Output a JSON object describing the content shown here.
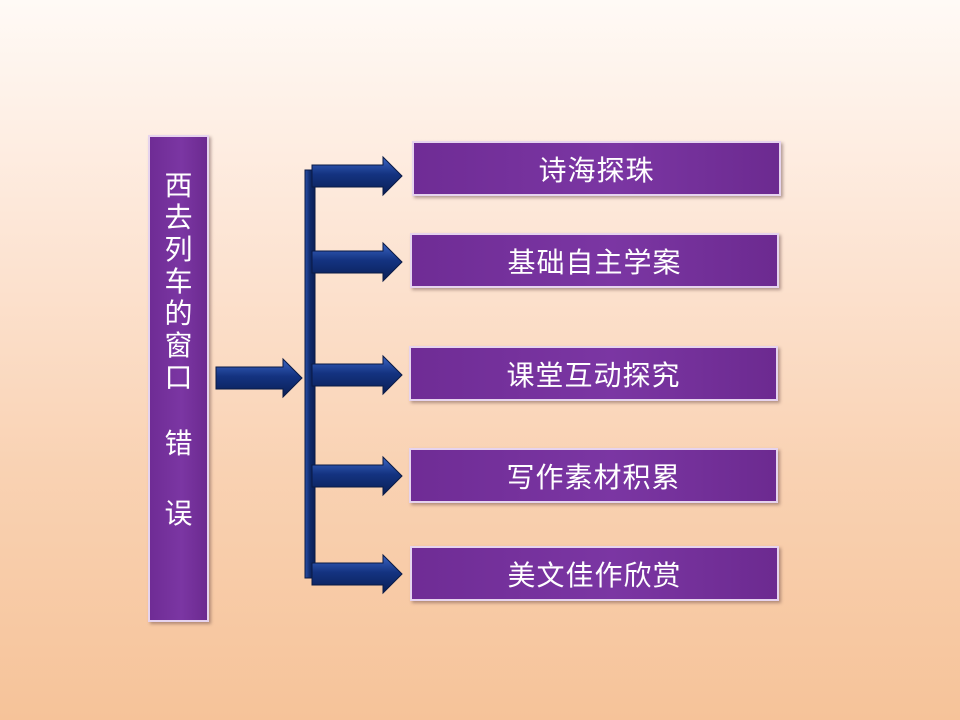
{
  "title": {
    "chars": [
      "西",
      "去",
      "列",
      "车",
      "的",
      "窗",
      "口"
    ],
    "tail_chars": [
      "错",
      "误"
    ]
  },
  "items": [
    {
      "label": "诗海探珠"
    },
    {
      "label": "基础自主学案"
    },
    {
      "label": "课堂互动探究"
    },
    {
      "label": "写作素材积累"
    },
    {
      "label": "美文佳作欣赏"
    }
  ],
  "colors": {
    "box_fill": "#7332a0",
    "box_border": "#e6d3ee",
    "arrow_fill": "#0f2a6b",
    "arrow_highlight": "#2e57b8"
  }
}
